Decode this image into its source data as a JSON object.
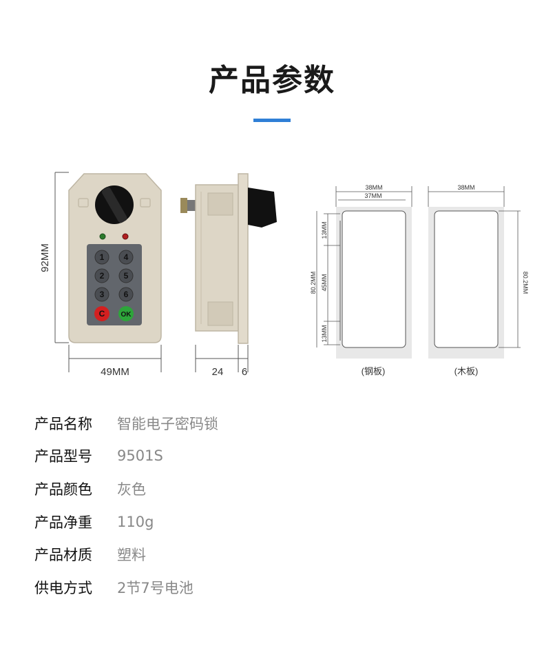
{
  "page": {
    "title": "产品参数",
    "accent_color": "#2f7fd6"
  },
  "dimensions": {
    "height": "92MM",
    "width": "49MM",
    "depth": "24",
    "panel": "6",
    "steel_outer_width": "38MM",
    "steel_inner_width": "37MM",
    "steel_top": "13MM",
    "steel_middle": "45MM",
    "steel_bottom": "13MM",
    "steel_height": "80.2MM",
    "wood_width": "38MM",
    "wood_height": "80.2MM",
    "steel_caption": "(钢板)",
    "wood_caption": "(木板)"
  },
  "keypad": {
    "keys": [
      "1",
      "4",
      "2",
      "5",
      "3",
      "6"
    ],
    "clear": "C",
    "ok": "OK"
  },
  "specs": [
    {
      "label": "产品名称",
      "value": "智能电子密码锁"
    },
    {
      "label": "产品型号",
      "value": "9501S"
    },
    {
      "label": "产品颜色",
      "value": "灰色"
    },
    {
      "label": "产品净重",
      "value": "110g"
    },
    {
      "label": "产品材质",
      "value": "塑料"
    },
    {
      "label": "供电方式",
      "value": "2节7号电池"
    }
  ]
}
